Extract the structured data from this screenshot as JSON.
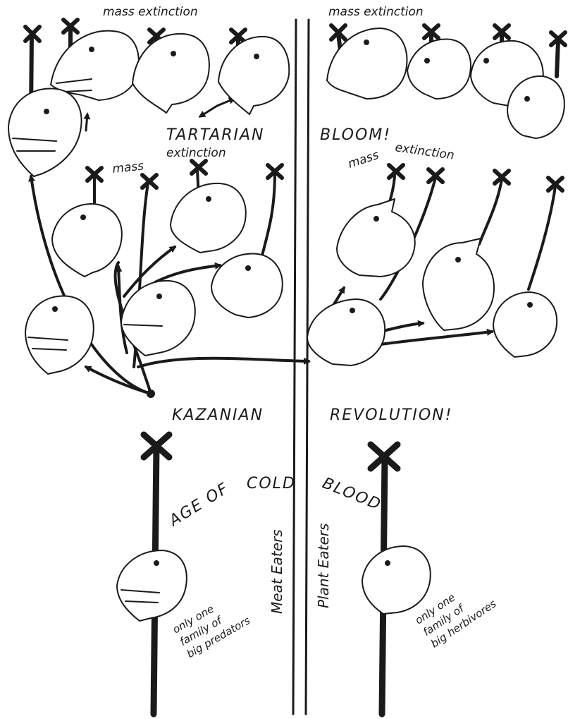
{
  "labels": {
    "mass_extinction_top_left": "mass extinction",
    "mass_extinction_top_right": "mass extinction",
    "mass_extinction_mid_left_1": "mass",
    "mass_extinction_mid_left_2": "extinction",
    "mass_extinction_mid_right_1": "mass",
    "mass_extinction_mid_right_2": "extinction",
    "tartarian": "TARTARIAN",
    "bloom": "BLOOM!",
    "kazanian": "KAZANIAN",
    "revolution": "REVOLUTION!",
    "age_of": "AGE OF",
    "cold": "COLD",
    "blood": "BLOOD",
    "meat_eaters": "Meat Eaters",
    "plant_eaters": "Plant Eaters",
    "predator_note_1": "only one",
    "predator_note_2": "family of",
    "predator_note_3": "big predators",
    "herbivore_note_1": "only one",
    "herbivore_note_2": "family of",
    "herbivore_note_3": "big herbivores"
  },
  "colors": {
    "ink": "#1a1a1a",
    "paper": "#ffffff"
  }
}
